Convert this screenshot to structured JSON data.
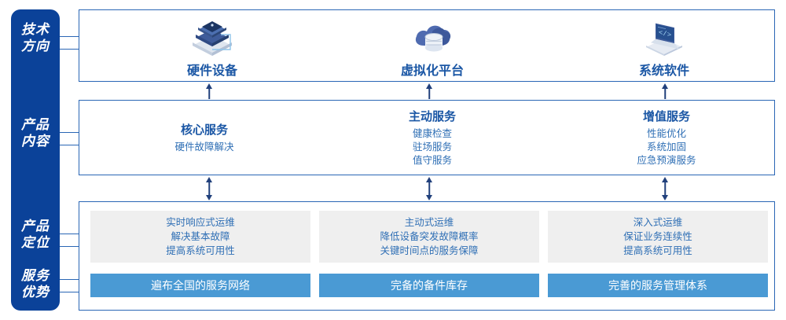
{
  "colors": {
    "rail": "#0b4299",
    "box_border": "#2a66b5",
    "heading_blue": "#1b57a5",
    "body_blue": "#2f6fb5",
    "grey_card": "#efefef",
    "blue_bar": "#4a9ad4",
    "arrow": "#21407c"
  },
  "rail": {
    "labels": [
      {
        "key": "tech_direction",
        "text": "技术\n方向"
      },
      {
        "key": "product_content",
        "text": "产品\n内容"
      },
      {
        "key": "product_position",
        "text": "产品\n定位"
      },
      {
        "key": "service_advantage",
        "text": "服务\n优势"
      }
    ]
  },
  "tech_row": {
    "columns": [
      {
        "icon": "server-stack-icon",
        "label": "硬件设备"
      },
      {
        "icon": "cloud-database-icon",
        "label": "虚拟化平台"
      },
      {
        "icon": "laptop-code-icon",
        "label": "系统软件"
      }
    ]
  },
  "product_row": {
    "columns": [
      {
        "title": "核心服务",
        "items": [
          "硬件故障解决"
        ]
      },
      {
        "title": "主动服务",
        "items": [
          "健康检查",
          "驻场服务",
          "值守服务"
        ]
      },
      {
        "title": "增值服务",
        "items": [
          "性能优化",
          "系统加固",
          "应急预演服务"
        ]
      }
    ]
  },
  "position_row": {
    "cards": [
      {
        "lines": [
          "实时响应式运维",
          "解决基本故障",
          "提高系统可用性"
        ]
      },
      {
        "lines": [
          "主动式运维",
          "降低设备突发故障概率",
          "关键时间点的服务保障"
        ]
      },
      {
        "lines": [
          "深入式运维",
          "保证业务连续性",
          "提高系统可用性"
        ]
      }
    ]
  },
  "advantage_row": {
    "bars": [
      {
        "label": "遍布全国的服务网络"
      },
      {
        "label": "完备的备件库存"
      },
      {
        "label": "完善的服务管理体系"
      }
    ]
  }
}
